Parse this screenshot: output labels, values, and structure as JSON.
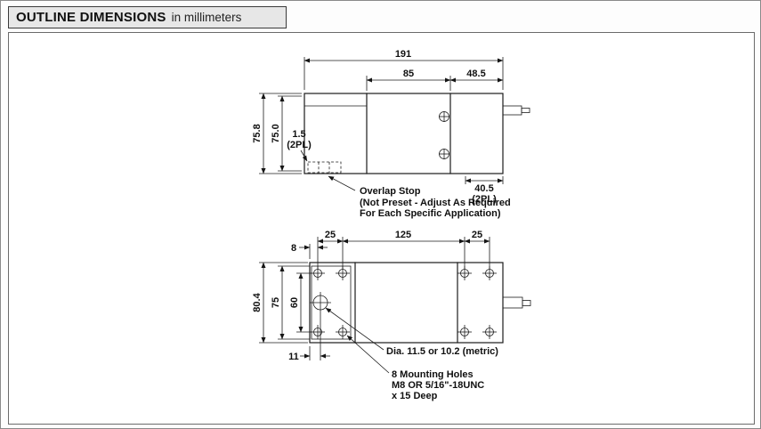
{
  "page": {
    "title": "OUTLINE DIMENSIONS",
    "subtitle": "in millimeters"
  },
  "side_view": {
    "dim_overall_width": "191",
    "dim_center_width": "85",
    "dim_right_width": "48.5",
    "dim_overall_height": "75.8",
    "dim_body_height": "75.0",
    "dim_gap": "1.5",
    "dim_gap_note": "(2PL)",
    "dim_right_drop": "40.5",
    "dim_right_drop_note": "(2PL)",
    "callout_overlap_line1": "Overlap Stop",
    "callout_overlap_line2": "(Not Preset - Adjust As Required",
    "callout_overlap_line3": "For Each Specific Application)"
  },
  "plan_view": {
    "dim_edge_offset": "8",
    "dim_left_hole_spacing": "25",
    "dim_hole_group_span": "125",
    "dim_right_hole_spacing": "25",
    "dim_overall_depth": "80.4",
    "dim_plate_depth": "75",
    "dim_hole_row_spacing": "60",
    "dim_hole_edge_offset": "11",
    "callout_dia": "Dia. 11.5 or 10.2 (metric)",
    "callout_holes_line1": "8 Mounting Holes",
    "callout_holes_line2": "M8 OR 5/16\"-18UNC",
    "callout_holes_line3": "x 15 Deep"
  }
}
